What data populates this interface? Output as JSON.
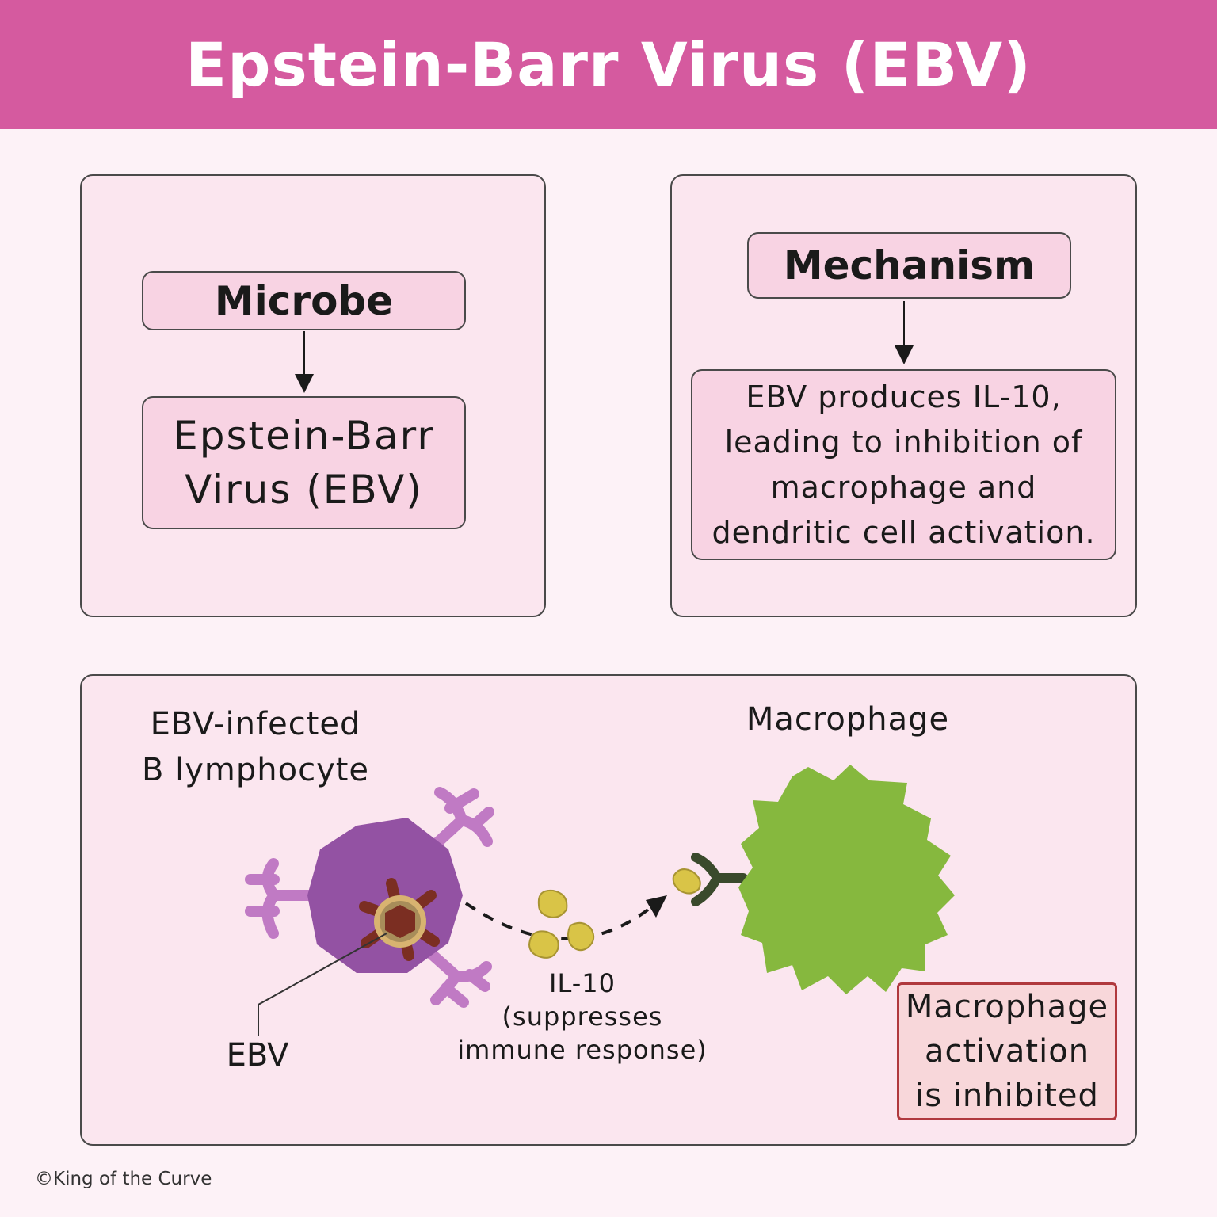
{
  "title": "Epstein-Barr Virus (EBV)",
  "microbe": {
    "label": "Microbe",
    "value_line1": "Epstein-Barr",
    "value_line2": "Virus (EBV)"
  },
  "mechanism": {
    "label": "Mechanism",
    "lines": [
      "EBV produces IL-10,",
      "leading to inhibition of",
      "macrophage and",
      "dendritic cell activation."
    ]
  },
  "diagram": {
    "b_cell_label_line1": "EBV-infected",
    "b_cell_label_line2": "B lymphocyte",
    "macrophage_label": "Macrophage",
    "ebv_label": "EBV",
    "il10_line1": "IL-10",
    "il10_line2": "(suppresses",
    "il10_line3": "immune response)",
    "result_line1": "Macrophage",
    "result_line2": "activation",
    "result_line3": "is inhibited"
  },
  "credit": "©King of the Curve",
  "colors": {
    "header": "#d55a9f",
    "b_cell": "#9352a3",
    "b_cell_receptor": "#c07ac4",
    "virus_core": "#7b2e22",
    "virus_ring": "#d8b370",
    "il10": "#d9c447",
    "macrophage": "#86b83e",
    "macrophage_receptor": "#3a4a2c",
    "inhibited_border": "#b0393e"
  }
}
